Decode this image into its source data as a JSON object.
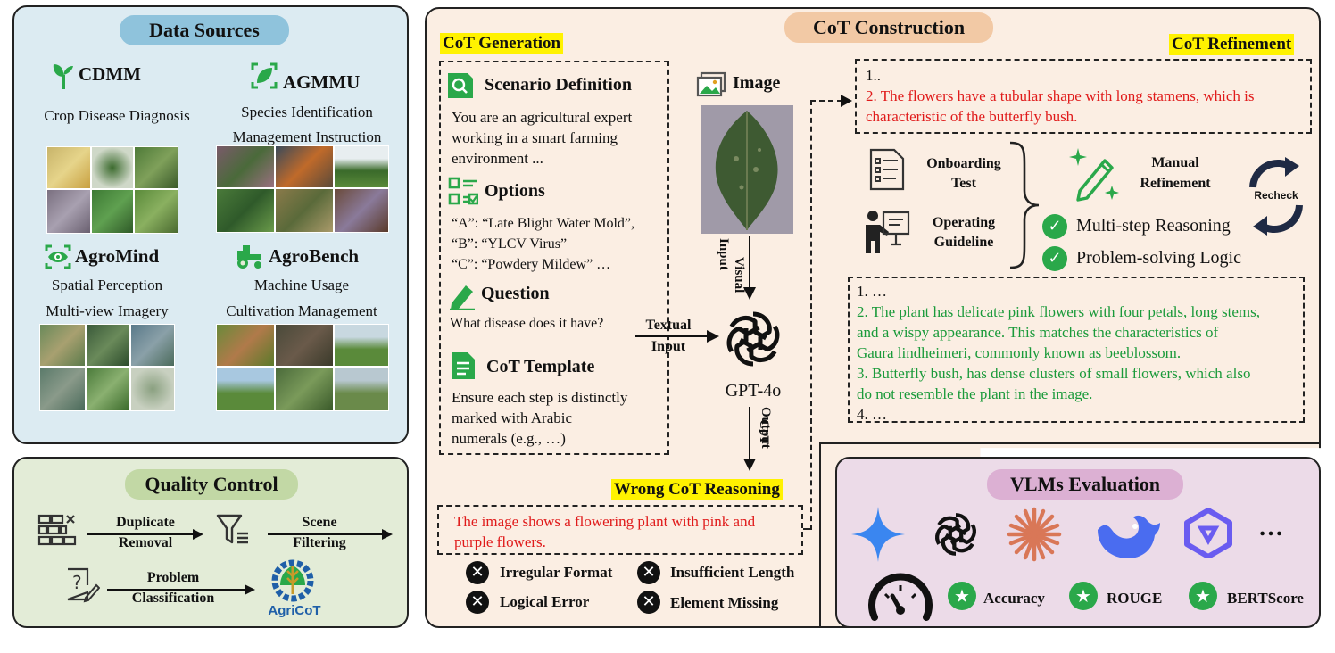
{
  "data_sources": {
    "title": "Data Sources",
    "cdmm": {
      "name": "CDMM",
      "desc1": "Crop Disease Diagnosis"
    },
    "agmmu": {
      "name": "AGMMU",
      "desc1": "Species Identification",
      "desc2": "Management Instruction"
    },
    "agromind": {
      "name": "AgroMind",
      "desc1": "Spatial Perception",
      "desc2": "Multi-view Imagery"
    },
    "agrobench": {
      "name": "AgroBench",
      "desc1": "Machine Usage",
      "desc2": "Cultivation Management"
    }
  },
  "quality_control": {
    "title": "Quality Control",
    "step1_l1": "Duplicate",
    "step1_l2": "Removal",
    "step2_l1": "Scene",
    "step2_l2": "Filtering",
    "step3_l1": "Problem",
    "step3_l2": "Classification",
    "logo_text": "AgriCoT"
  },
  "cot_construction": {
    "title": "CoT Construction",
    "generation_label": "CoT Generation",
    "refinement_label": "CoT Refinement",
    "scenario_title": "Scenario Definition",
    "scenario_l1": "You are an agricultural expert",
    "scenario_l2": "working in a smart farming",
    "scenario_l3": "environment ...",
    "options_title": "Options",
    "option_a": "“A”: “Late Blight Water Mold”,",
    "option_b": "“B”: “YLCV Virus”",
    "option_c": "“C”: “Powdery Mildew” …",
    "question_title": "Question",
    "question_text": "What disease does it have?",
    "template_title": "CoT Template",
    "template_l1": "Ensure each step is distinctly",
    "template_l2": "marked with Arabic",
    "template_l3": "numerals (e.g., …)",
    "image_label": "Image",
    "visual_input_l1": "Visual",
    "visual_input_l2": "Input",
    "textual_input_l1": "Textual",
    "textual_input_l2": "Input",
    "model_name": "GPT-4o",
    "cot_output_l1": "CoT",
    "cot_output_l2": "Output",
    "wrong_label": "Wrong CoT Reasoning",
    "wrong_l1": "The image shows a flowering plant with pink and",
    "wrong_l2": "purple flowers.",
    "err1": "Irregular Format",
    "err2": "Insufficient Length",
    "err3": "Logical Error",
    "err4": "Element Missing",
    "ref_top_l1": "1..",
    "ref_top_l2": "2. The flowers have a tubular shape with long stamens, which is",
    "ref_top_l3": "characteristic of the butterfly bush.",
    "onboarding_l1": "Onboarding",
    "onboarding_l2": "Test",
    "guideline_l1": "Operating",
    "guideline_l2": "Guideline",
    "manual_l1": "Manual",
    "manual_l2": "Refinement",
    "recheck": "Recheck",
    "multi_step": "Multi-step Reasoning",
    "problem_solving": "Problem-solving Logic",
    "ref_bottom_l1": "1. …",
    "ref_bottom_l2": "2. The plant has delicate pink flowers with four petals, long stems,",
    "ref_bottom_l3": "and a wispy appearance. This matches the characteristics of",
    "ref_bottom_l4": "Gaura lindheimeri, commonly known as beeblossom.",
    "ref_bottom_l5": "3. Butterfly bush, has dense clusters of small flowers, which also",
    "ref_bottom_l6": "do not resemble the plant in the image.",
    "ref_bottom_l7": "4. …"
  },
  "vlm_eval": {
    "title": "VLMs Evaluation",
    "more": "…",
    "metric1": "Accuracy",
    "metric2": "ROUGE",
    "metric3": "BERTScore"
  },
  "colors": {
    "data_sources_bg": "#dcebf2",
    "quality_bg": "#e3ecd7",
    "cot_bg": "#fbeee3",
    "vlm_bg": "#ecdbe8",
    "blue_pill": "#8fc3dc",
    "green_pill": "#c2d8a5",
    "orange_pill": "#f2c9a5",
    "pink_pill": "#dcb0d3"
  }
}
